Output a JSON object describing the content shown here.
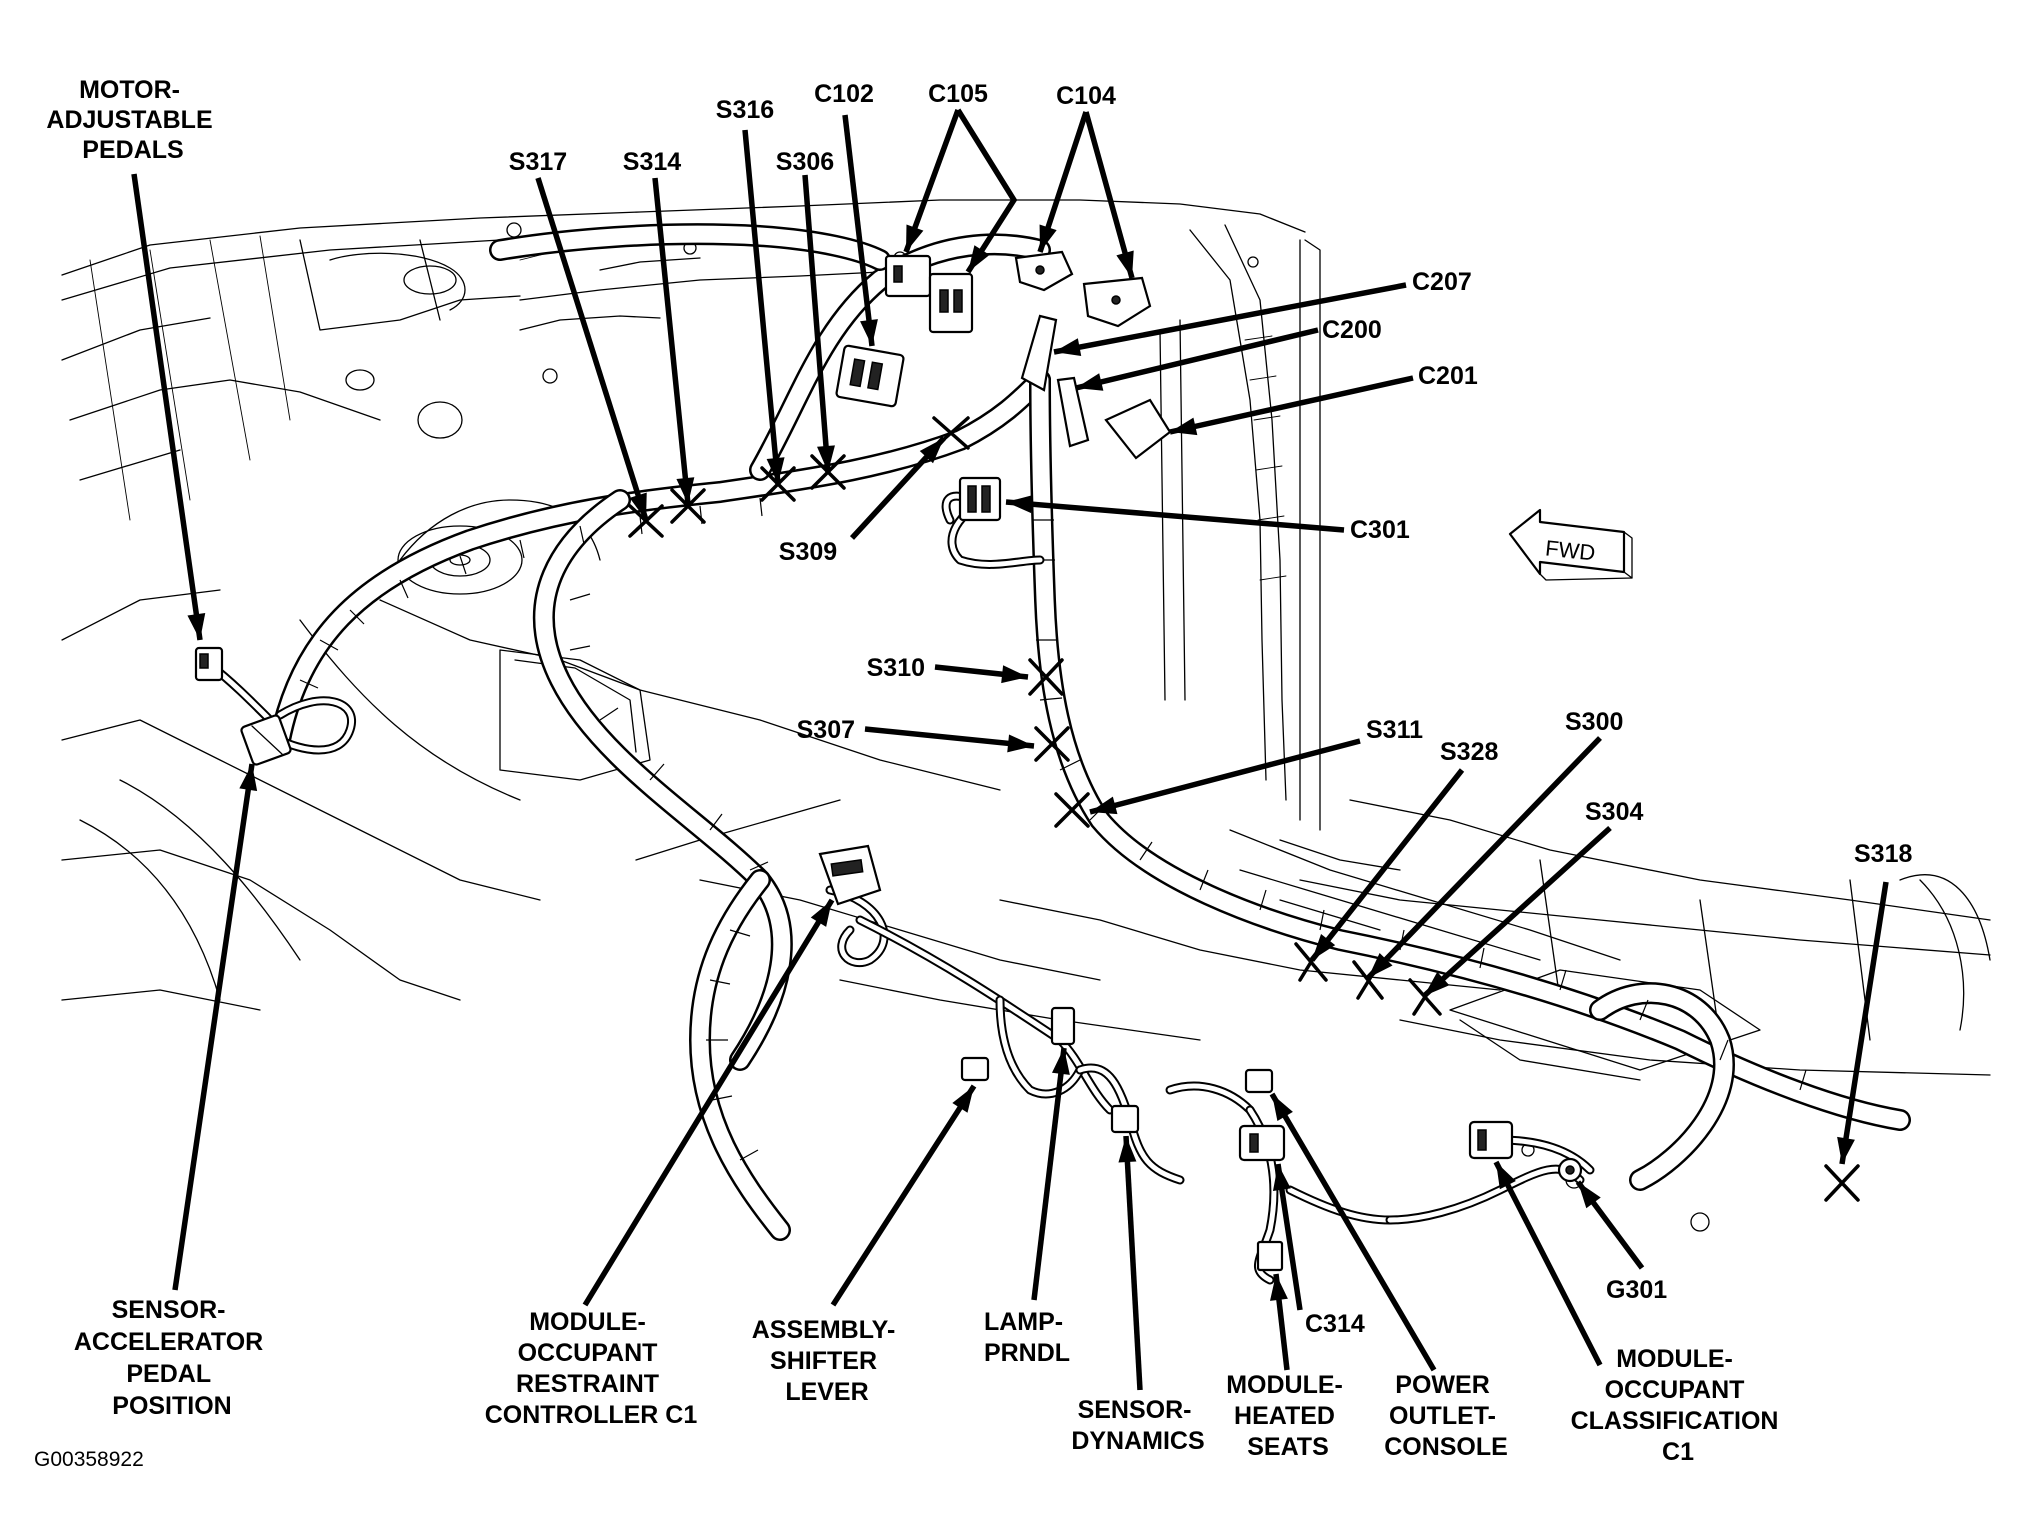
{
  "figure_id": "G00358922",
  "labels": {
    "motor_adjustable_pedals": [
      "MOTOR-",
      "ADJUSTABLE",
      "PEDALS"
    ],
    "s317": "S317",
    "s314": "S314",
    "s316": "S316",
    "s306": "S306",
    "c102": "C102",
    "c105": "C105",
    "c104": "C104",
    "c207": "C207",
    "c200": "C200",
    "c201": "C201",
    "c301": "C301",
    "s309": "S309",
    "s310": "S310",
    "s307": "S307",
    "s311": "S311",
    "s328": "S328",
    "s300": "S300",
    "s304": "S304",
    "s318": "S318",
    "g301": "G301",
    "c314": "C314",
    "fwd": "FWD",
    "sensor_accelerator_pedal_position": [
      "SENSOR-",
      "ACCELERATOR",
      "PEDAL",
      "POSITION"
    ],
    "module_occupant_restraint_controller_c1": [
      "MODULE-",
      "OCCUPANT",
      "RESTRAINT",
      "CONTROLLER C1"
    ],
    "assembly_shifter_lever": [
      "ASSEMBLY-",
      "SHIFTER",
      "LEVER"
    ],
    "lamp_prndl": [
      "LAMP-",
      "PRNDL"
    ],
    "sensor_dynamics": [
      "SENSOR-",
      "DYNAMICS"
    ],
    "module_heated_seats": [
      "MODULE-",
      "HEATED",
      "SEATS"
    ],
    "power_outlet_console": [
      "POWER",
      "OUTLET-",
      "CONSOLE"
    ],
    "module_occupant_classification_c1": [
      "MODULE-",
      "OCCUPANT",
      "CLASSIFICATION",
      "C1"
    ]
  }
}
